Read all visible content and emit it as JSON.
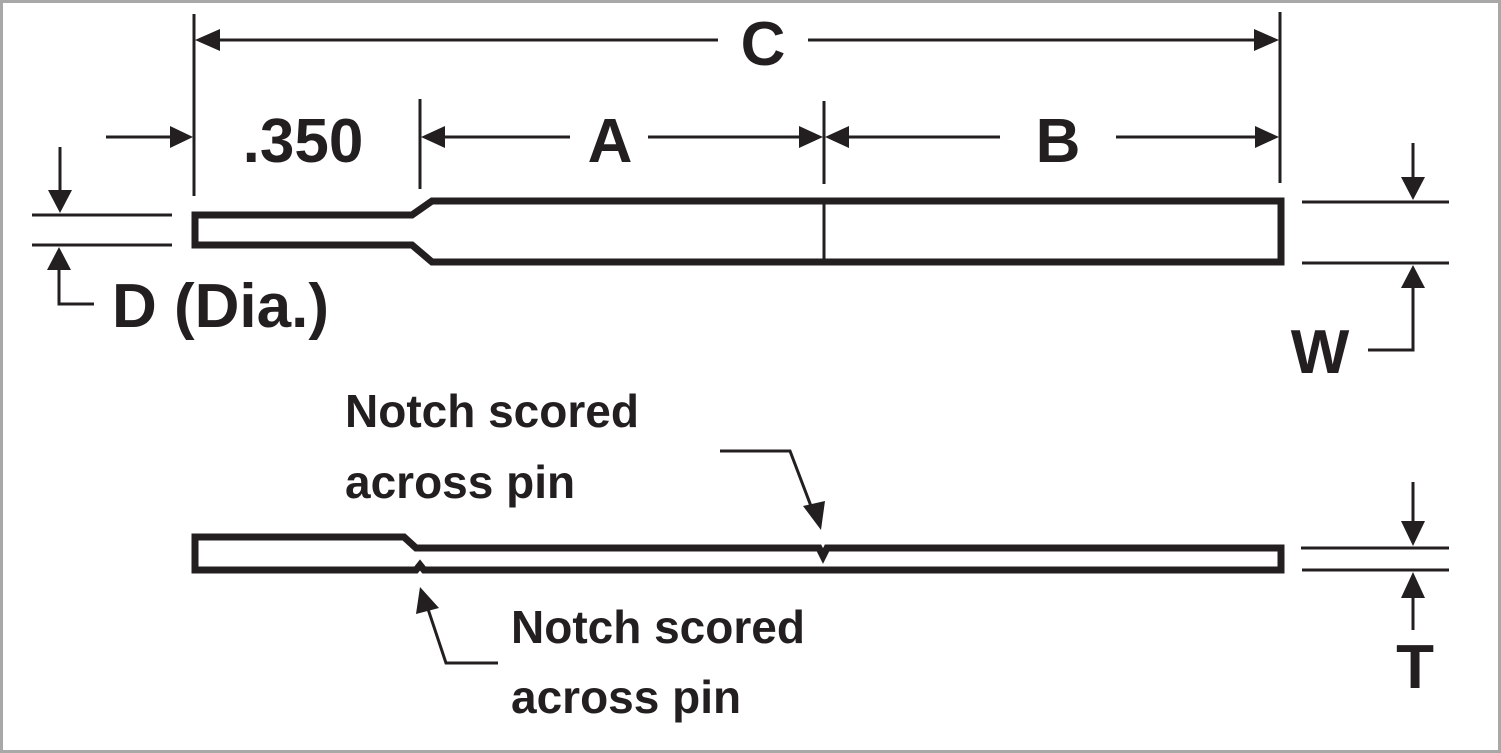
{
  "figure": {
    "description": "Dimensioned drawing of a pin with two notches scored across it",
    "line_color": "#231f20",
    "border_color": "#a8a8a8"
  },
  "dimensions": {
    "overall_length": "C",
    "reduced_end_length": ".350",
    "segment_a": "A",
    "segment_b": "B",
    "diameter": "D (Dia.)",
    "width": "W",
    "thickness": "T"
  },
  "annotations": {
    "upper_notch": {
      "line1": "Notch scored",
      "line2": "across pin"
    },
    "lower_notch": {
      "line1": "Notch scored",
      "line2": "across pin"
    }
  }
}
